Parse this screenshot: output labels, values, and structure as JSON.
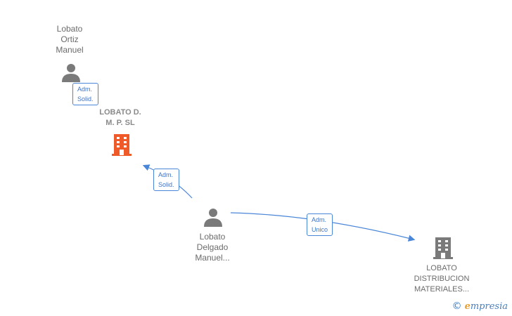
{
  "nodes": {
    "person_top": {
      "lines": [
        "Lobato",
        "Ortiz",
        "Manuel"
      ]
    },
    "company_top": {
      "lines": [
        "LOBATO D.",
        "M. P.  SL"
      ]
    },
    "person_center": {
      "lines": [
        "Lobato",
        "Delgado",
        "Manuel..."
      ]
    },
    "company_bottom": {
      "lines": [
        "LOBATO",
        "DISTRIBUCION",
        "MATERIALES..."
      ]
    }
  },
  "edges": {
    "top": {
      "lines": [
        "Adm.",
        "Solid."
      ]
    },
    "middle": {
      "lines": [
        "Adm.",
        "Solid."
      ]
    },
    "right": {
      "lines": [
        "Adm.",
        "Unico"
      ]
    }
  },
  "watermark": {
    "symbol": "©",
    "brand_first": "e",
    "brand_rest": "mpresia"
  },
  "colors": {
    "highlight_company": "#f05a28",
    "company": "#7a7a7a",
    "person": "#7a7a7a",
    "edge": "#4a86d8"
  }
}
